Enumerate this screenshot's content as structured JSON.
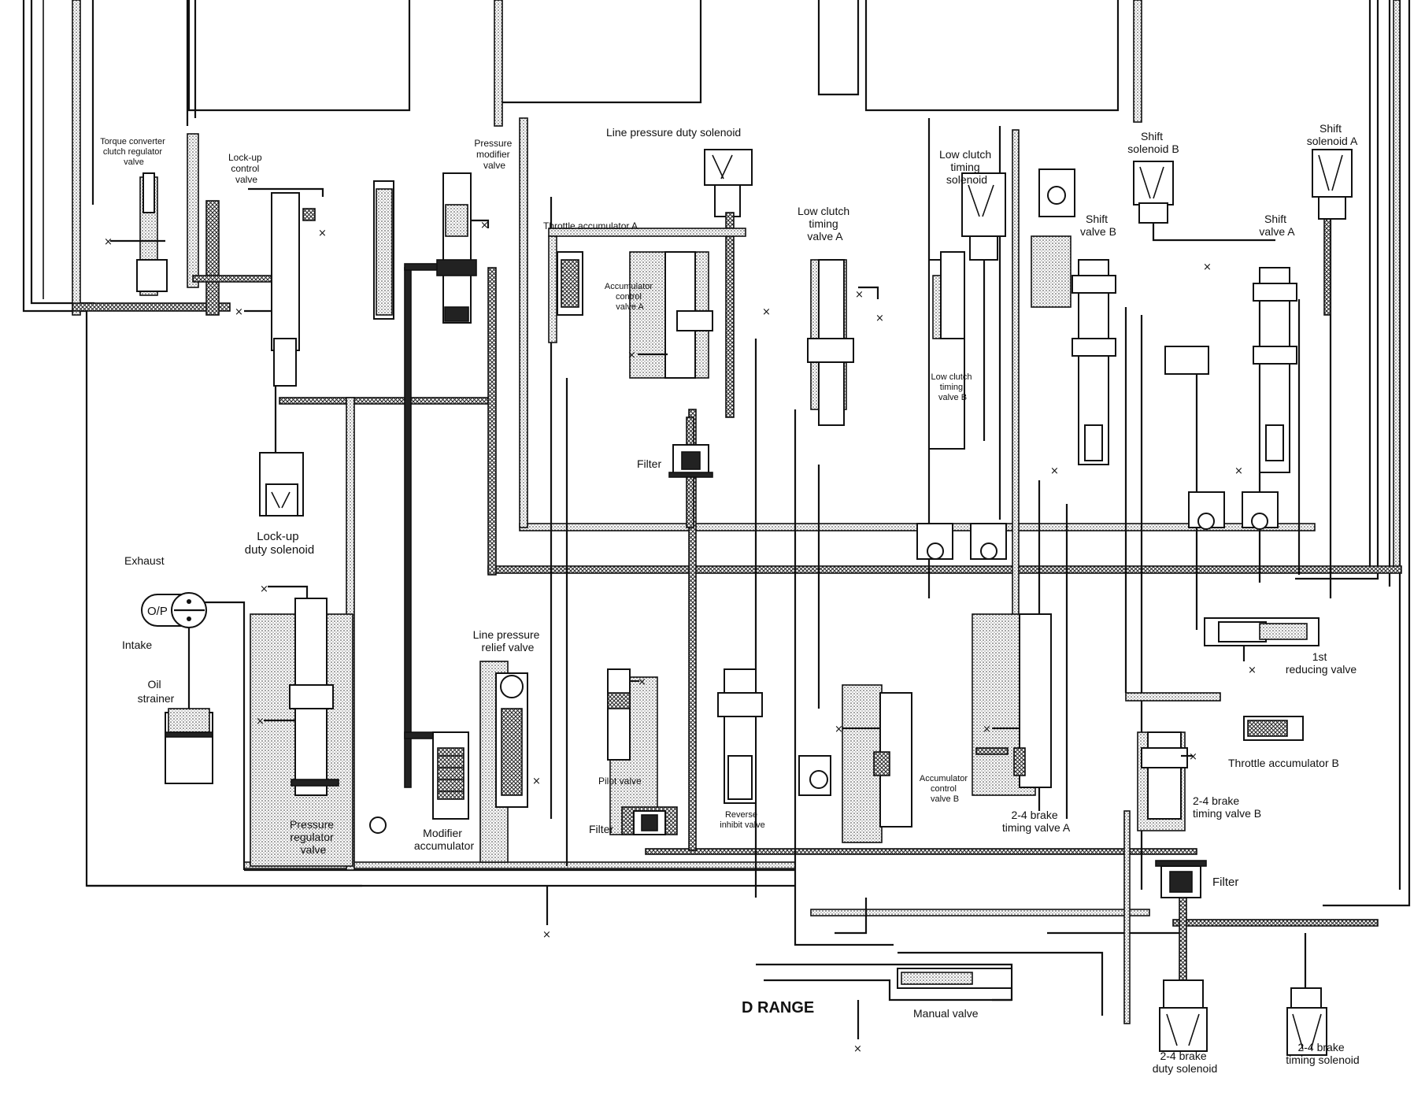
{
  "diagram": {
    "labels": {
      "torque_converter_clutch_regulator_valve": [
        "Torque converter",
        "clutch regulator",
        "valve"
      ],
      "lock_up_control_valve": [
        "Lock-up",
        "control",
        "valve"
      ],
      "pressure_modifier_valve": [
        "Pressure",
        "modifier",
        "valve"
      ],
      "line_pressure_duty_solenoid": "Line pressure duty solenoid",
      "throttle_accumulator_a": "Throttle accumulator A",
      "accumulator_control_valve_a": [
        "Accumulator",
        "control",
        "valve A"
      ],
      "low_clutch_timing_valve_a": [
        "Low clutch",
        "timing",
        "valve A"
      ],
      "low_clutch_timing_solenoid": [
        "Low clutch",
        "timing",
        "solenoid"
      ],
      "low_clutch_timing_valve_b": [
        "Low clutch",
        "timing",
        "valve B"
      ],
      "shift_solenoid_b": [
        "Shift",
        "solenoid B"
      ],
      "shift_solenoid_a": [
        "Shift",
        "solenoid A"
      ],
      "shift_valve_b": [
        "Shift",
        "valve B"
      ],
      "shift_valve_a": [
        "Shift",
        "valve A"
      ],
      "filter_1": "Filter",
      "lock_up_duty_solenoid": [
        "Lock-up",
        "duty solenoid"
      ],
      "exhaust": "Exhaust",
      "op": "O/P",
      "intake": "Intake",
      "oil_strainer": [
        "Oil",
        "strainer"
      ],
      "line_pressure_relief_valve": [
        "Line pressure",
        "relief valve"
      ],
      "pressure_regulator_valve": [
        "Pressure",
        "regulator",
        "valve"
      ],
      "modifier_accumulator": [
        "Modifier",
        "accumulator"
      ],
      "pilot_valve": "Pilot valve",
      "filter_2": "Filter",
      "reverse_inhibit_valve": [
        "Reverse",
        "inhibit valve"
      ],
      "accumulator_control_valve_b": [
        "Accumulator",
        "control",
        "valve B"
      ],
      "brake_timing_valve_a": [
        "2-4 brake",
        "timing valve A"
      ],
      "first_reducing_valve": [
        "1st",
        "reducing valve"
      ],
      "throttle_accumulator_b": "Throttle accumulator B",
      "brake_timing_valve_b": [
        "2-4 brake",
        "timing valve B"
      ],
      "filter_3": "Filter",
      "d_range": "D RANGE",
      "manual_valve": "Manual valve",
      "brake_duty_solenoid": [
        "2-4 brake",
        "duty solenoid"
      ],
      "brake_timing_solenoid": [
        "2-4 brake",
        "timing solenoid"
      ]
    }
  }
}
